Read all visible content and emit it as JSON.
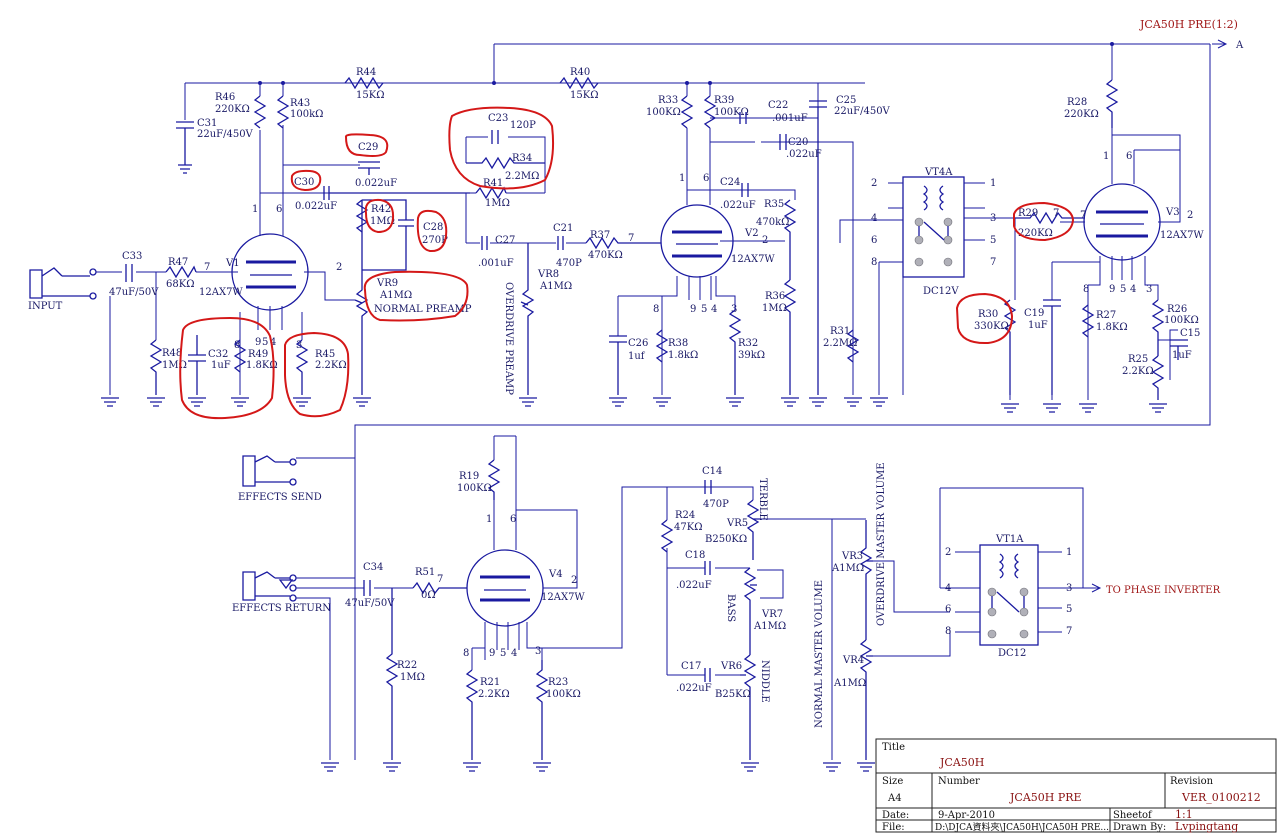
{
  "labels": {
    "sheet_ref": "JCA50H PRE(1:2)",
    "out_a": "A",
    "input": "INPUT",
    "effects_send": "EFFECTS SEND",
    "effects_return": "EFFECTS RETURN",
    "to_phase": "TO PHASE INVERTER",
    "overdrive_preamp": "OVERDRIVE PREAMP",
    "overdrive_master": "OVERDRIVE MASTER VOLUME",
    "normal_master": "NORMAL MASTER VOLUME",
    "terble": "TERBLE",
    "bass": "BASS",
    "niddle": "NIDDLE"
  },
  "tubes": {
    "v1": {
      "ref": "V1",
      "type": "12AX7W"
    },
    "v2": {
      "ref": "V2",
      "type": "12AX7W"
    },
    "v3": {
      "ref": "V3",
      "type": "12AX7W"
    },
    "v4": {
      "ref": "V4",
      "type": "12AX7W"
    }
  },
  "pins": {
    "p1": "1",
    "p2": "2",
    "p3": "3",
    "p4": "4",
    "p5": "5",
    "p6": "6",
    "p7": "7",
    "p8": "8",
    "p9": "9"
  },
  "parts": {
    "r46": {
      "ref": "R46",
      "value": "220KΩ"
    },
    "r43": {
      "ref": "R43",
      "value": "100kΩ"
    },
    "r44": {
      "ref": "R44",
      "value": "15KΩ"
    },
    "r40": {
      "ref": "R40",
      "value": "15KΩ"
    },
    "c31": {
      "ref": "C31",
      "value": "22uF/450V"
    },
    "c29": {
      "ref": "C29",
      "value": "0.022uF"
    },
    "c30": {
      "ref": "C30",
      "value": "0.022uF"
    },
    "c23": {
      "ref": "C23",
      "value": "120P"
    },
    "r34": {
      "ref": "R34",
      "value": "2.2MΩ"
    },
    "r41": {
      "ref": "R41",
      "value": "1MΩ"
    },
    "r42": {
      "ref": "R42",
      "value": "1MΩ"
    },
    "c28": {
      "ref": "C28",
      "value": "270P"
    },
    "c27": {
      "ref": "C27",
      "value": ".001uF"
    },
    "c21": {
      "ref": "C21",
      "value": "470P"
    },
    "r37": {
      "ref": "R37",
      "value": "470KΩ"
    },
    "vr8": {
      "ref": "VR8",
      "value": "A1MΩ"
    },
    "vr9": {
      "ref": "VR9",
      "value": "A1MΩ",
      "note": "NORMAL PREAMP"
    },
    "c33": {
      "ref": "C33",
      "value": "47uF/50V"
    },
    "r47": {
      "ref": "R47",
      "value": "68KΩ"
    },
    "r48": {
      "ref": "R48",
      "value": "1MΩ"
    },
    "c32": {
      "ref": "C32",
      "value": "1uF"
    },
    "r49": {
      "ref": "R49",
      "value": "1.8KΩ"
    },
    "r45": {
      "ref": "R45",
      "value": "2.2KΩ"
    },
    "r33": {
      "ref": "R33",
      "value": "100KΩ"
    },
    "r39": {
      "ref": "R39",
      "value": "100KΩ"
    },
    "c22": {
      "ref": "C22",
      "value": ".001uF"
    },
    "c25": {
      "ref": "C25",
      "value": "22uF/450V"
    },
    "c20": {
      "ref": "C20",
      "value": ".022uF"
    },
    "c24": {
      "ref": "C24",
      "value": ".022uF"
    },
    "r35": {
      "ref": "R35",
      "value": "470kΩ"
    },
    "r36": {
      "ref": "R36",
      "value": "1MΩ"
    },
    "c26": {
      "ref": "C26",
      "value": "1uf"
    },
    "r38": {
      "ref": "R38",
      "value": "1.8kΩ"
    },
    "r32": {
      "ref": "R32",
      "value": "39kΩ"
    },
    "r31": {
      "ref": "R31",
      "value": "2.2MΩ"
    },
    "r28": {
      "ref": "R28",
      "value": "220KΩ"
    },
    "r29": {
      "ref": "R29",
      "value": "220KΩ"
    },
    "r30": {
      "ref": "R30",
      "value": "330KΩ"
    },
    "c19": {
      "ref": "C19",
      "value": "1uF"
    },
    "r27": {
      "ref": "R27",
      "value": "1.8KΩ"
    },
    "r26": {
      "ref": "R26",
      "value": "100KΩ"
    },
    "c15": {
      "ref": "C15",
      "value": "1uF"
    },
    "r25": {
      "ref": "R25",
      "value": "2.2KΩ"
    },
    "vt4a": {
      "ref": "VT4A",
      "value": "DC12V"
    },
    "r19": {
      "ref": "R19",
      "value": "100KΩ"
    },
    "c34": {
      "ref": "C34",
      "value": "47uF/50V"
    },
    "r51": {
      "ref": "R51",
      "value": "0Ω"
    },
    "r22": {
      "ref": "R22",
      "value": "1MΩ"
    },
    "r21": {
      "ref": "R21",
      "value": "2.2KΩ"
    },
    "r23": {
      "ref": "R23",
      "value": "100KΩ"
    },
    "c14": {
      "ref": "C14",
      "value": "470P"
    },
    "r24": {
      "ref": "R24",
      "value": "47KΩ"
    },
    "vr5": {
      "ref": "VR5",
      "value": "B250KΩ"
    },
    "c18": {
      "ref": "C18",
      "value": ".022uF"
    },
    "vr7": {
      "ref": "VR7",
      "value": "A1MΩ"
    },
    "c17": {
      "ref": "C17",
      "value": ".022uF"
    },
    "vr6": {
      "ref": "VR6",
      "value": "B25KΩ"
    },
    "vr3": {
      "ref": "VR3",
      "value": "A1MΩ"
    },
    "vr4": {
      "ref": "VR4",
      "value": "A1MΩ"
    },
    "vt1a": {
      "ref": "VT1A",
      "value": "DC12"
    }
  },
  "title_block": {
    "title_label": "Title",
    "title": "JCA50H",
    "size_label": "Size",
    "size": "A4",
    "number_label": "Number",
    "number": "JCA50H PRE",
    "revision_label": "Revision",
    "revision": "VER_0100212",
    "date_label": "Date:",
    "date": "9-Apr-2010",
    "sheet_label": "Sheet",
    "sheet_of": "of",
    "scale": "1:1",
    "file_label": "File:",
    "file": "D:\\DJCA資料夾\\JCA50H\\JCA50H PRE...",
    "drawn_by_label": "Drawn By:",
    "drawn_by": "Lvpingtang"
  }
}
